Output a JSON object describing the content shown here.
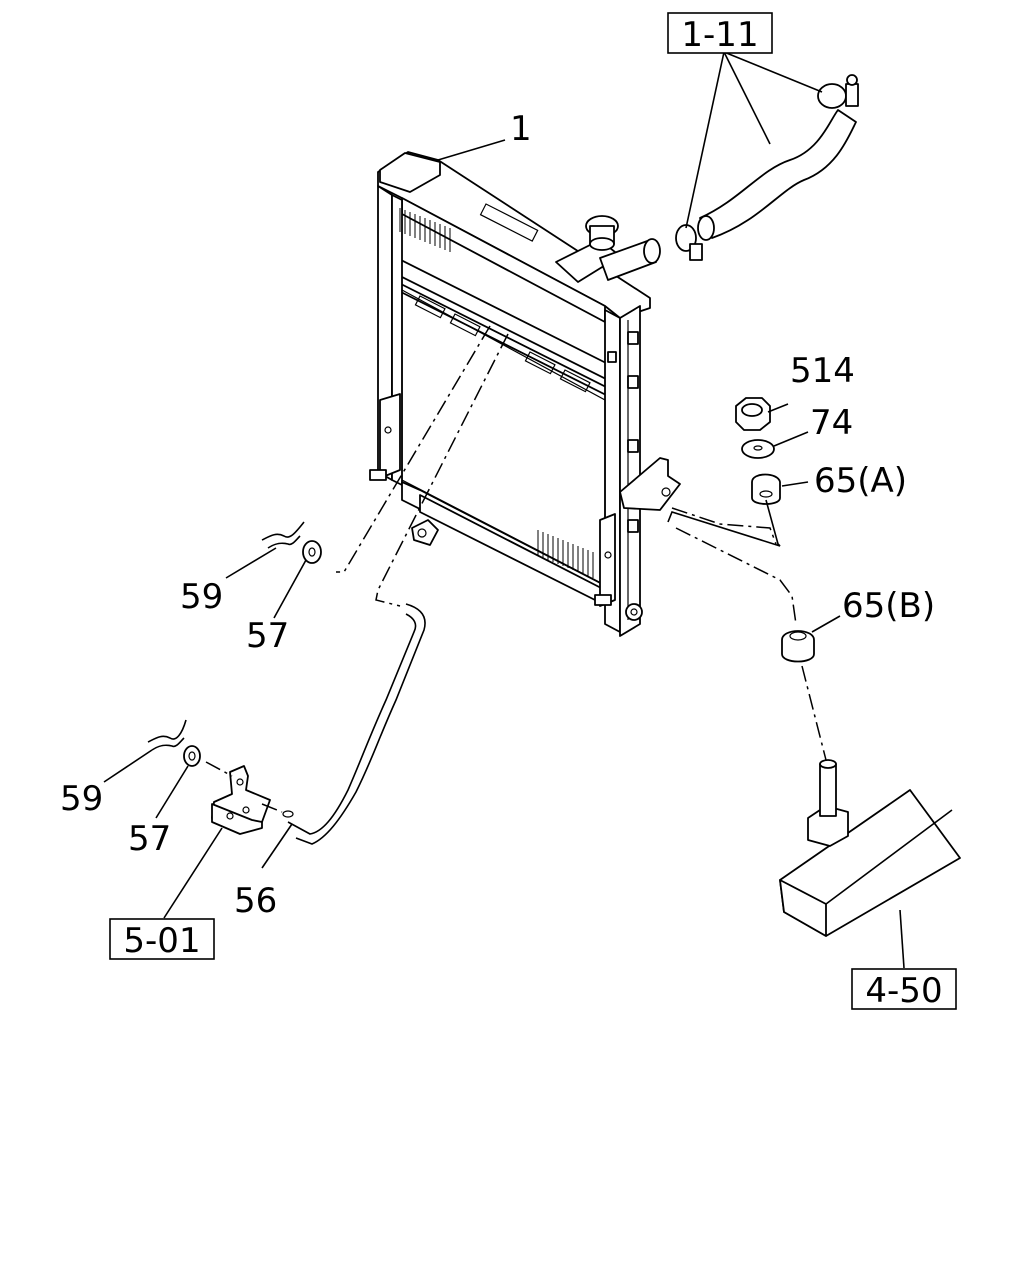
{
  "diagram": {
    "callouts": {
      "radiator": "1",
      "cap_nut": "514",
      "washer": "74",
      "cushion_a": "65(A)",
      "cushion_b": "65(B)",
      "clip_upper": "59",
      "washer_upper": "57",
      "clip_lower": "59",
      "washer_lower": "57",
      "drain_hose": "56"
    },
    "references": {
      "upper_hose_group": "1-11",
      "bracket_group": "5-01",
      "frame_group": "4-50"
    }
  }
}
